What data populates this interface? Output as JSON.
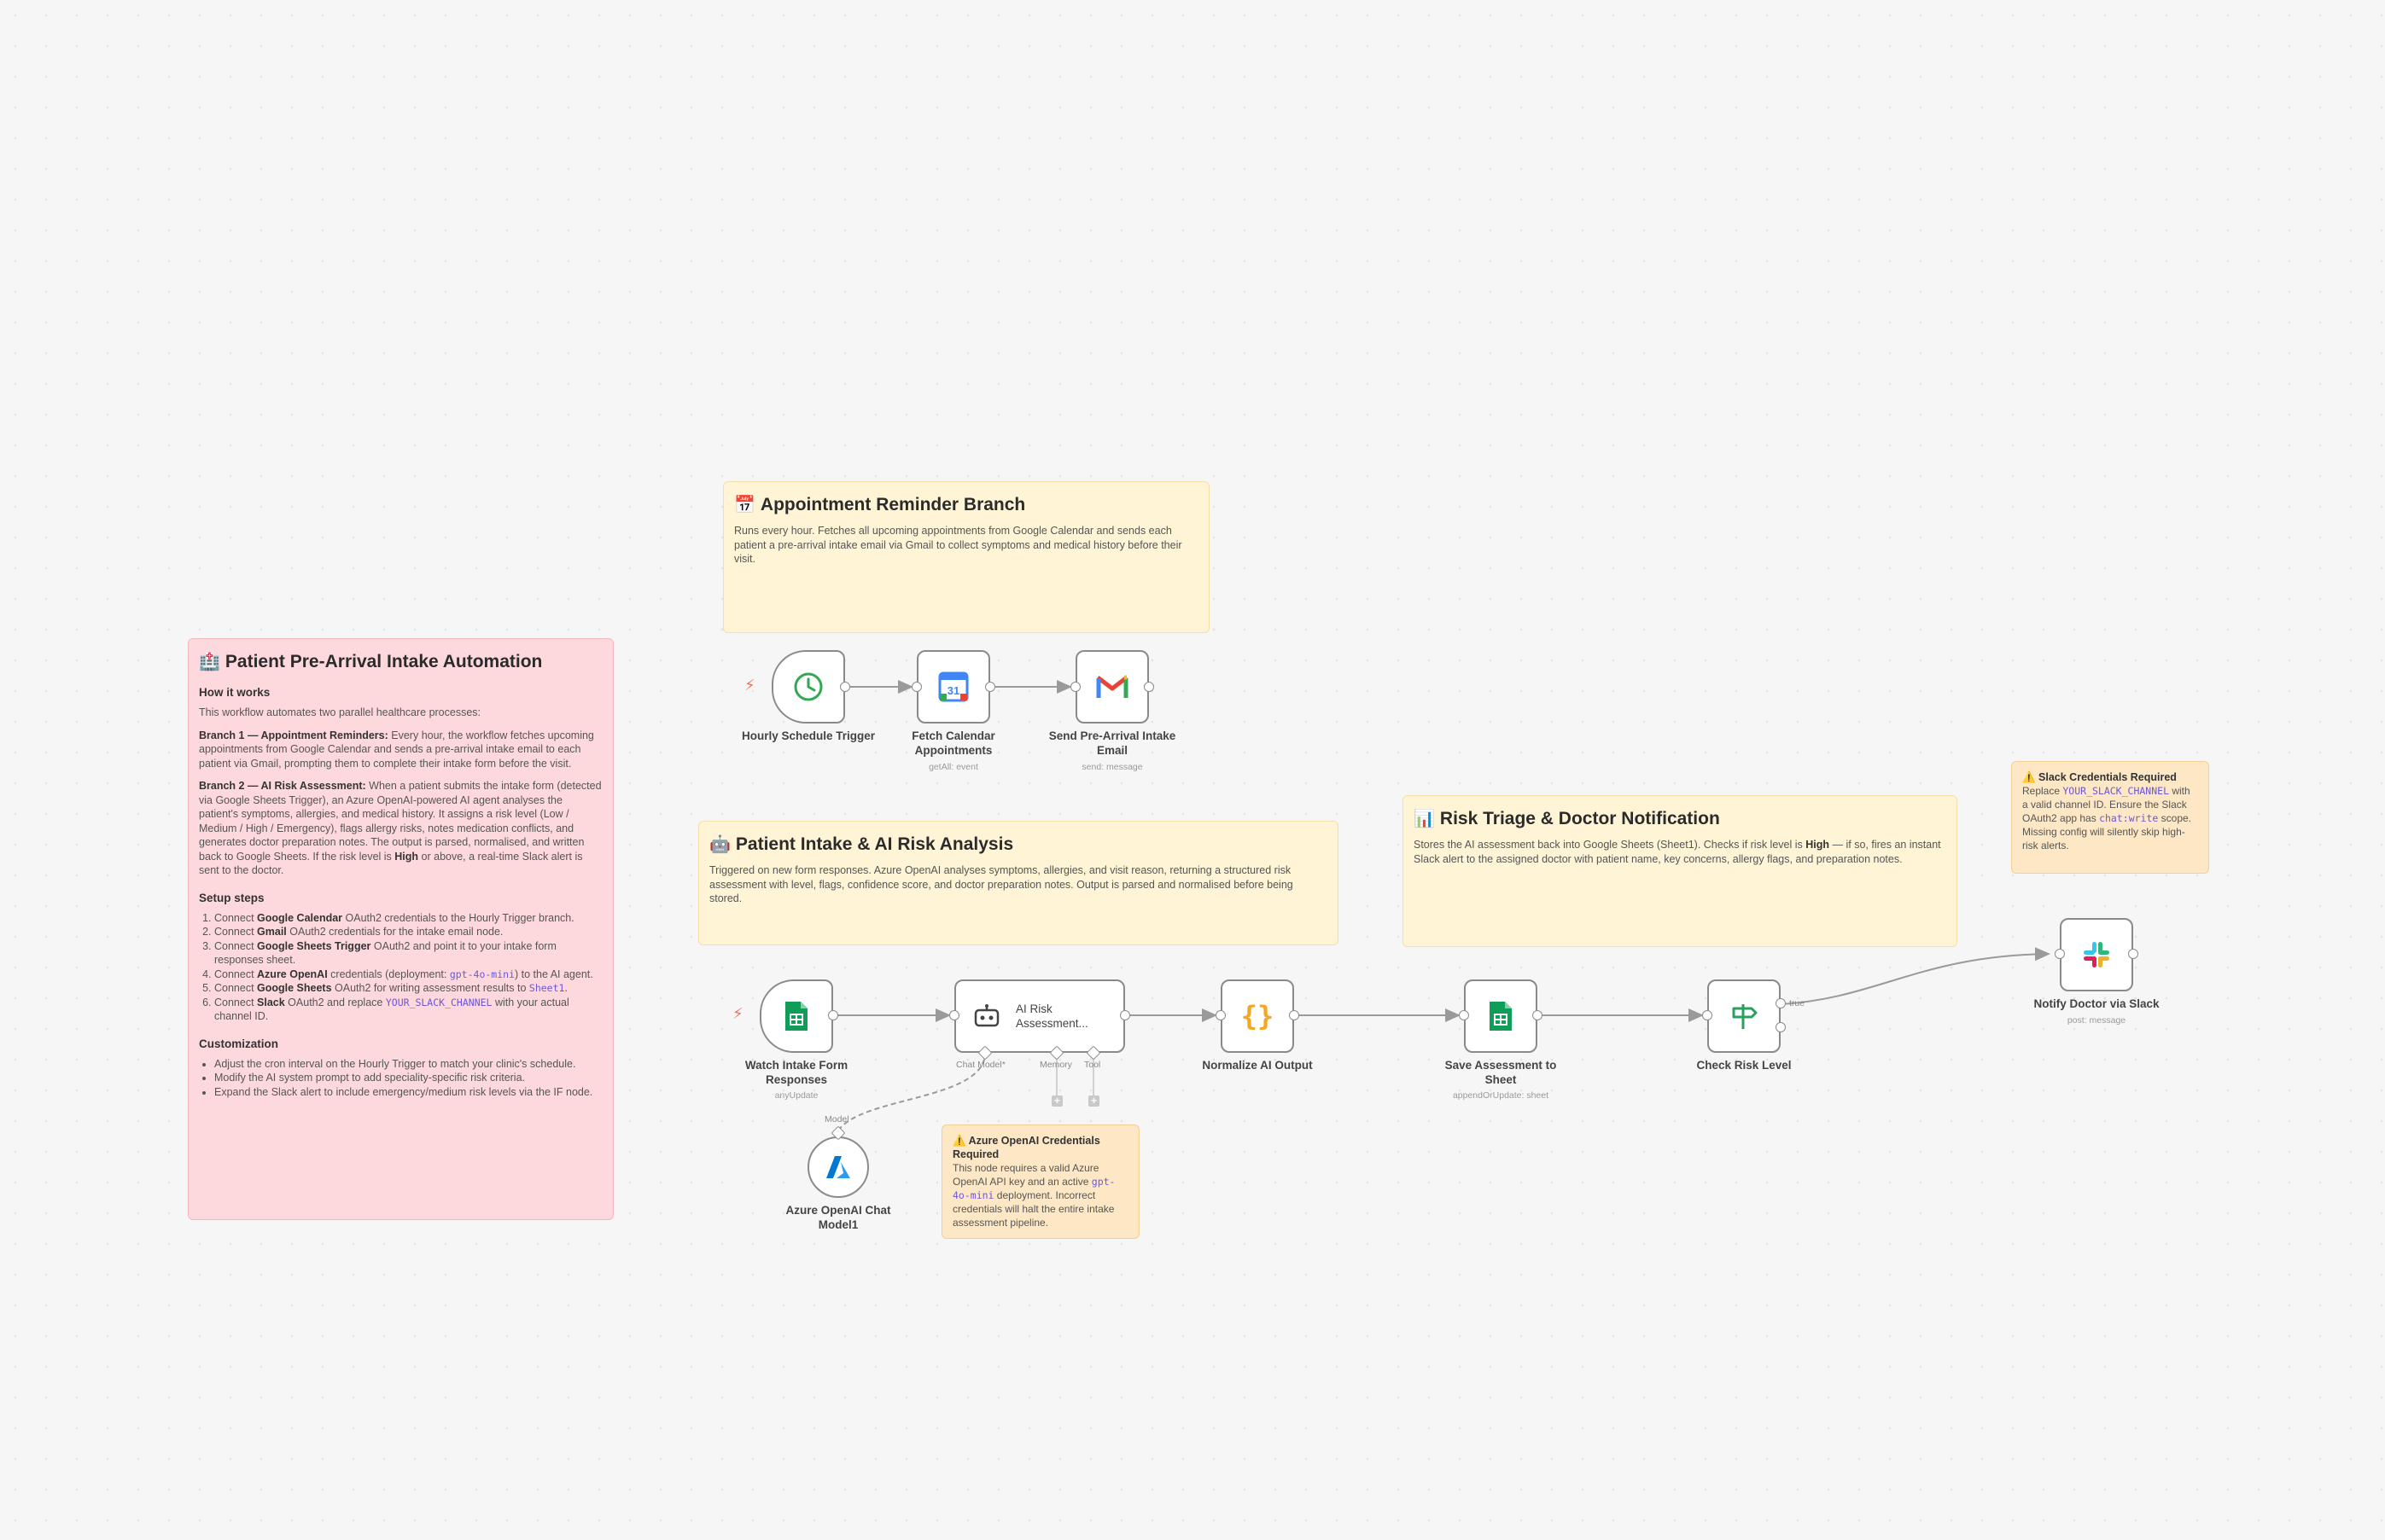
{
  "sticky_main": {
    "title": "Patient Pre-Arrival Intake Automation",
    "how_heading": "How it works",
    "intro": "This workflow automates two parallel healthcare processes:",
    "branch1_bold": "Branch 1 — Appointment Reminders:",
    "branch1_text": " Every hour, the workflow fetches upcoming appointments from Google Calendar and sends a pre-arrival intake email to each patient via Gmail, prompting them to complete their intake form before the visit.",
    "branch2_bold": "Branch 2 — AI Risk Assessment:",
    "branch2_text_a": " When a patient submits the intake form (detected via Google Sheets Trigger), an Azure OpenAI-powered AI agent analyses the patient's symptoms, allergies, and medical history. It assigns a risk level (Low / Medium / High / Emergency), flags allergy risks, notes medication conflicts, and generates doctor preparation notes. The output is parsed, normalised, and written back to Google Sheets. If the risk level is ",
    "branch2_high": "High",
    "branch2_text_b": " or above, a real-time Slack alert is sent to the doctor.",
    "setup_heading": "Setup steps",
    "setup": [
      {
        "pre": "Connect ",
        "bold": "Google Calendar",
        "post": " OAuth2 credentials to the Hourly Trigger branch."
      },
      {
        "pre": "Connect ",
        "bold": "Gmail",
        "post": " OAuth2 credentials for the intake email node."
      },
      {
        "pre": "Connect ",
        "bold": "Google Sheets Trigger",
        "post": " OAuth2 and point it to your intake form responses sheet."
      },
      {
        "pre": "Connect ",
        "bold": "Azure OpenAI",
        "post": " credentials (deployment: ",
        "code": "gpt-4o-mini",
        "post2": ") to the AI agent."
      },
      {
        "pre": "Connect ",
        "bold": "Google Sheets",
        "post": " OAuth2 for writing assessment results to ",
        "code": "Sheet1",
        "post2": "."
      },
      {
        "pre": "Connect ",
        "bold": "Slack",
        "post": " OAuth2 and replace ",
        "code": "YOUR_SLACK_CHANNEL",
        "post2": " with your actual channel ID."
      }
    ],
    "custom_heading": "Customization",
    "custom": [
      "Adjust the cron interval on the Hourly Trigger to match your clinic's schedule.",
      "Modify the AI system prompt to add speciality-specific risk criteria.",
      "Expand the Slack alert to include emergency/medium risk levels via the IF node."
    ]
  },
  "sticky_appt": {
    "title": "Appointment Reminder Branch",
    "text": "Runs every hour. Fetches all upcoming appointments from Google Calendar and sends each patient a pre-arrival intake email via Gmail to collect symptoms and medical history before their visit."
  },
  "sticky_ai": {
    "title": "Patient Intake & AI Risk Analysis",
    "text": "Triggered on new form responses. Azure OpenAI analyses symptoms, allergies, and visit reason, returning a structured risk assessment with level, flags, confidence score, and doctor preparation notes. Output is parsed and normalised before being stored."
  },
  "sticky_triage": {
    "title": "Risk Triage & Doctor Notification",
    "text_a": "Stores the AI assessment back into Google Sheets (Sheet1). Checks if risk level is ",
    "text_bold": "High",
    "text_b": " — if so, fires an instant Slack alert to the assigned doctor with patient name, key concerns, allergy flags, and preparation notes."
  },
  "sticky_slack_warn": {
    "title": "Slack Credentials Required",
    "t1": "Replace ",
    "code1": "YOUR_SLACK_CHANNEL",
    "t2": " with a valid channel ID. Ensure the Slack OAuth2 app has ",
    "code2": "chat:write",
    "t3": " scope. Missing config will silently skip high-risk alerts."
  },
  "sticky_azure_warn": {
    "title": "Azure OpenAI Credentials Required",
    "t1": "This node requires a valid Azure OpenAI API key and an active ",
    "code1": "gpt-4o-mini",
    "t2": " deployment. Incorrect credentials will halt the entire intake assessment pipeline."
  },
  "nodes": {
    "hourly": {
      "label": "Hourly Schedule Trigger",
      "icon": "clock-icon"
    },
    "calendar": {
      "label": "Fetch Calendar Appointments",
      "sub": "getAll: event",
      "icon": "google-calendar-icon"
    },
    "gmail": {
      "label": "Send Pre-Arrival Intake Email",
      "sub": "send: message",
      "icon": "gmail-icon"
    },
    "watch": {
      "label": "Watch Intake Form Responses",
      "sub": "anyUpdate",
      "icon": "google-sheets-icon"
    },
    "agent": {
      "label": "AI Risk Assessment...",
      "icon": "robot-icon",
      "port_chat": "Chat Model*",
      "port_memory": "Memory",
      "port_tool": "Tool"
    },
    "normalize": {
      "label": "Normalize AI Output",
      "icon": "code-braces-icon"
    },
    "save": {
      "label": "Save Assessment to Sheet",
      "sub": "appendOrUpdate: sheet",
      "icon": "google-sheets-icon"
    },
    "check": {
      "label": "Check Risk Level",
      "icon": "if-signpost-icon",
      "port_true": "true"
    },
    "slack": {
      "label": "Notify Doctor via Slack",
      "sub": "post: message",
      "icon": "slack-icon"
    },
    "azure": {
      "label": "Azure OpenAI Chat Model1",
      "icon": "azure-icon",
      "port_model": "Model"
    }
  },
  "colors": {
    "edge": "#9a9a9a",
    "trigger_bolt": "#ff6d5a",
    "code_text": "#6b57d6"
  }
}
